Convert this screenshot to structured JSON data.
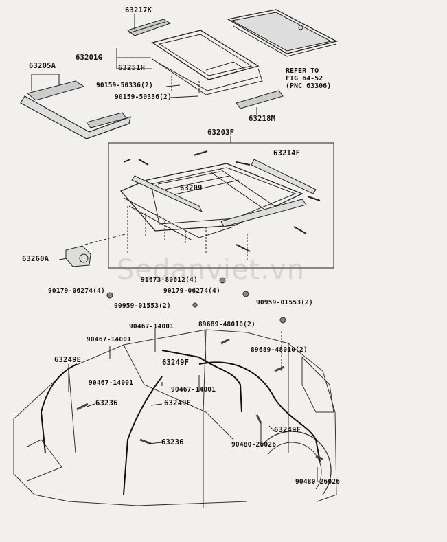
{
  "watermark": "Sedanviet.vn",
  "labels": {
    "p63217K": "63217K",
    "p63201G": "63201G",
    "p63251H": "63251H",
    "p63205A": "63205A",
    "p90159a": "90159-50336(2)",
    "p90159b": "90159-50336(2)",
    "p63218M": "63218M",
    "refer1": "REFER TO",
    "refer2": "FIG 64-52",
    "refer3": "(PNC 63306)",
    "p63203F": "63203F",
    "p63214F": "63214F",
    "p63209": "63209",
    "p63260A": "63260A",
    "p91673": "91673-80612(4)",
    "p90179a": "90179-06274(4)",
    "p90179b": "90179-06274(4)",
    "p90959a": "90959-01553(2)",
    "p90959b": "90959-01553(2)",
    "p90467a": "90467-14001",
    "p89689a": "89689-48010(2)",
    "p90467b": "90467-14001",
    "p89689b": "89689-48010(2)",
    "p63249Ea": "63249E",
    "p63249Fa": "63249F",
    "p90467c": "90467-14001",
    "p90467d": "90467-14001",
    "p63236a": "63236",
    "p63249Eb": "63249E",
    "p63236b": "63236",
    "p63249Fb": "63249F",
    "p90480a": "90480-26026",
    "p90480b": "90480-26026"
  }
}
